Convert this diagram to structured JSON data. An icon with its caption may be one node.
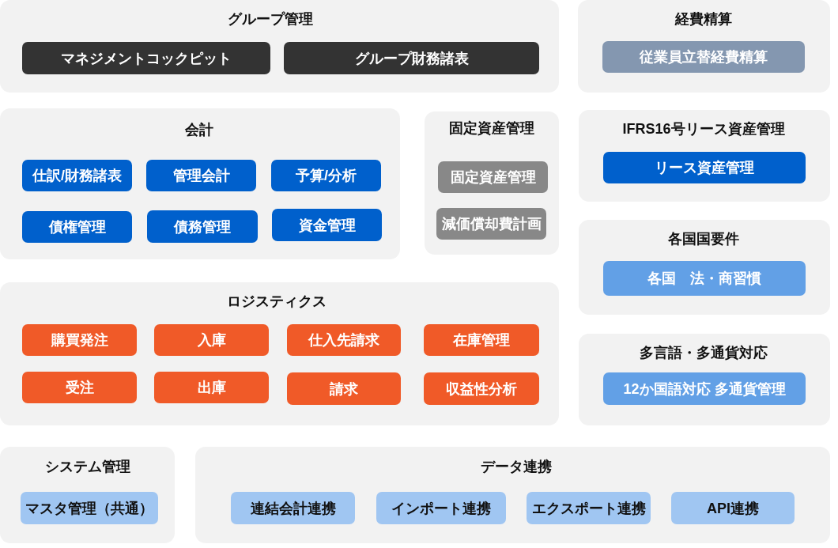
{
  "diagram": {
    "nodes": [
      {
        "text": [
          "グループ管理"
        ]
      },
      {
        "text": [
          "マネジメントコックピット"
        ],
        "in": 0
      },
      {
        "text": [
          "グループ財務諸表"
        ],
        "in": 0
      },
      {
        "text": [
          "経費精算"
        ]
      },
      {
        "text": [
          "従業員立替経費精算"
        ],
        "in": 3
      },
      {
        "text": [
          "会計"
        ]
      },
      {
        "text": [
          "仕訳/財務諸表"
        ],
        "in": 5
      },
      {
        "text": [
          "管理会計"
        ],
        "in": 5
      },
      {
        "text": [
          "予算/分析"
        ],
        "in": 5
      },
      {
        "text": [
          "債権管理"
        ],
        "in": 5
      },
      {
        "text": [
          "債務管理"
        ],
        "in": 5
      },
      {
        "text": [
          "資金管理"
        ],
        "in": 5
      },
      {
        "text": [
          "固定資産管理"
        ]
      },
      {
        "text": [
          "固定資産管理"
        ],
        "in": 12
      },
      {
        "text": [
          "減価償却費計画"
        ],
        "in": 12
      },
      {
        "text": [
          "IFRS16号リース資産管理"
        ]
      },
      {
        "text": [
          "リース資産管理"
        ],
        "in": 15
      },
      {
        "text": [
          "各国国要件"
        ]
      },
      {
        "text": [
          "各国　法・商習慣"
        ],
        "in": 17
      },
      {
        "text": [
          "ロジスティクス"
        ]
      },
      {
        "text": [
          "購買発注"
        ],
        "in": 19
      },
      {
        "text": [
          "入庫"
        ],
        "in": 19
      },
      {
        "text": [
          "仕入先請求"
        ],
        "in": 19
      },
      {
        "text": [
          "在庫管理"
        ],
        "in": 19
      },
      {
        "text": [
          "受注"
        ],
        "in": 19
      },
      {
        "text": [
          "出庫"
        ],
        "in": 19
      },
      {
        "text": [
          "請求"
        ],
        "in": 19
      },
      {
        "text": [
          "収益性分析"
        ],
        "in": 19
      },
      {
        "text": [
          "多言語・多通貨対応"
        ]
      },
      {
        "text": [
          "12か国語対応 多通貨管理"
        ],
        "in": 28
      },
      {
        "text": [
          "システム管理"
        ]
      },
      {
        "text": [
          "マスタ管理（共通）"
        ],
        "in": 30
      },
      {
        "text": [
          "データ連携"
        ]
      },
      {
        "text": [
          "連結会計連携"
        ],
        "in": 32
      },
      {
        "text": [
          "インポート連携"
        ],
        "in": 32
      },
      {
        "text": [
          "エクスポート連携"
        ],
        "in": 32
      },
      {
        "text": [
          "API連携"
        ],
        "in": 32
      }
    ]
  }
}
